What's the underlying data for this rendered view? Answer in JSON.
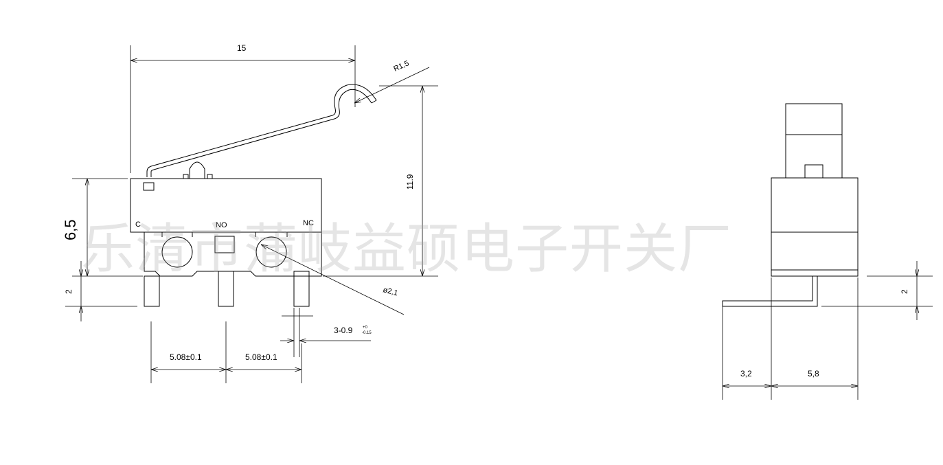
{
  "watermark": "乐清市蒲岐益硕电子开关厂",
  "front_view": {
    "dim_width": "15",
    "dim_radius": "R1,5",
    "dim_total_height": "11.9",
    "dim_body_height": "6,5",
    "dim_pin_length": "2",
    "dim_hole": "ø2,1",
    "dim_pin_width": "3-0.9",
    "dim_pin_width_tol_upper": "+0",
    "dim_pin_width_tol_lower": "-0.15",
    "dim_pitch_left": "5.08±0.1",
    "dim_pitch_right": "5.08±0.1",
    "label_c": "C",
    "label_no": "NO",
    "label_nc": "NC"
  },
  "side_view": {
    "dim_pin_length": "2",
    "dim_offset": "3,2",
    "dim_depth": "5,8"
  }
}
